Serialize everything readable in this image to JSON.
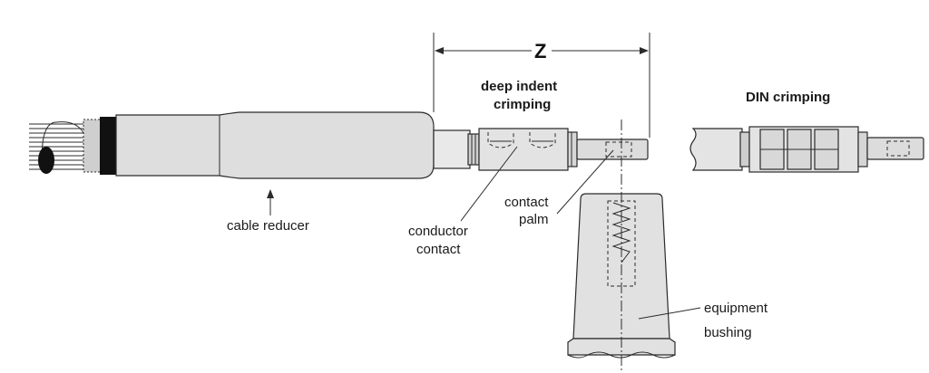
{
  "labels": {
    "dimension": "Z",
    "deep_indent_line1": "deep indent",
    "deep_indent_line2": "crimping",
    "din_crimping": "DIN crimping",
    "cable_reducer": "cable reducer",
    "conductor_line1": "conductor",
    "conductor_line2": "contact",
    "contact_palm_line1": "contact",
    "contact_palm_line2": "palm",
    "bushing_line1": "equipment",
    "bushing_line2": "bushing"
  },
  "colors": {
    "body_fill": "#dedede",
    "light_fill": "#e9e9e9",
    "dark_band": "#111111",
    "line": "#2b2b2b"
  }
}
